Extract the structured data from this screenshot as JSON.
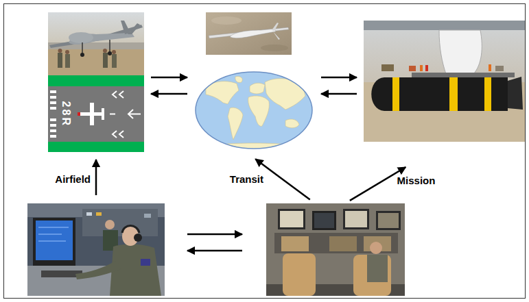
{
  "diagram": {
    "nodes": [
      {
        "text": [
          "28R"
        ]
      },
      {
        "text": []
      },
      {
        "text": []
      },
      {
        "text": []
      },
      {
        "text": []
      }
    ],
    "edges": [
      {
        "from": 0,
        "to": 1,
        "arrow": "to"
      },
      {
        "from": 1,
        "to": 0,
        "arrow": "to"
      },
      {
        "from": 1,
        "to": 2,
        "arrow": "to"
      },
      {
        "from": 2,
        "to": 1,
        "arrow": "to"
      },
      {
        "from": 3,
        "to": 0,
        "label": "Airfield",
        "arrow": "to"
      },
      {
        "from": 4,
        "to": 1,
        "label": "Transit",
        "arrow": "to"
      },
      {
        "from": 4,
        "to": 2,
        "label": "Mission",
        "arrow": "to"
      },
      {
        "from": 3,
        "to": 4,
        "arrow": "to"
      },
      {
        "from": 4,
        "to": 3,
        "arrow": "to"
      }
    ]
  }
}
